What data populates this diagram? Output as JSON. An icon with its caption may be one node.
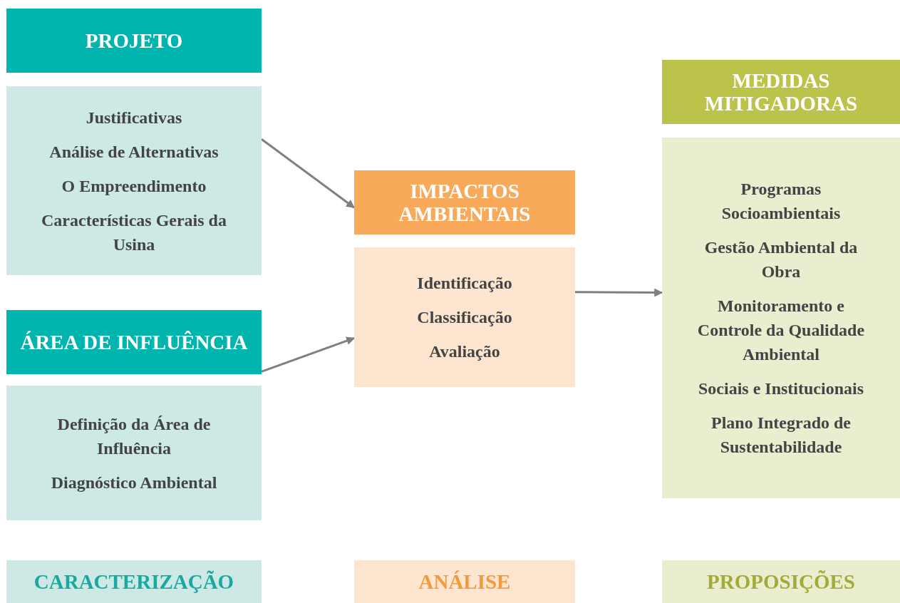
{
  "diagram": {
    "nodes": [
      {
        "text": [
          "PROJETO"
        ]
      },
      {
        "text": [
          "Justificativas",
          "Análise de Alternativas",
          "O Empreendimento",
          "Características Gerais da Usina"
        ]
      },
      {
        "text": [
          "ÁREA DE INFLUÊNCIA"
        ]
      },
      {
        "text": [
          "Definição da Área de Influência",
          "Diagnóstico Ambiental"
        ]
      },
      {
        "text": [
          "IMPACTOS AMBIENTAIS"
        ]
      },
      {
        "text": [
          "Identificação",
          "Classificação",
          "Avaliação"
        ]
      },
      {
        "text": [
          "MEDIDAS MITIGADORAS"
        ]
      },
      {
        "text": [
          "Programas Socioambientais",
          "Gestão Ambiental da Obra",
          "Monitoramento e Controle da Qualidade Ambiental",
          "Sociais e Institucionais",
          "Plano Integrado de Sustentabilidade"
        ]
      },
      {
        "text": [
          "CARACTERIZAÇÃO"
        ]
      },
      {
        "text": [
          "ANÁLISE"
        ]
      },
      {
        "text": [
          "PROPOSIÇÕES"
        ]
      }
    ],
    "edges": [
      {
        "from": 1,
        "to": 4,
        "arrow": "to"
      },
      {
        "from": 2,
        "to": 5,
        "arrow": "to"
      },
      {
        "from": 5,
        "to": 7,
        "arrow": "to"
      }
    ]
  }
}
